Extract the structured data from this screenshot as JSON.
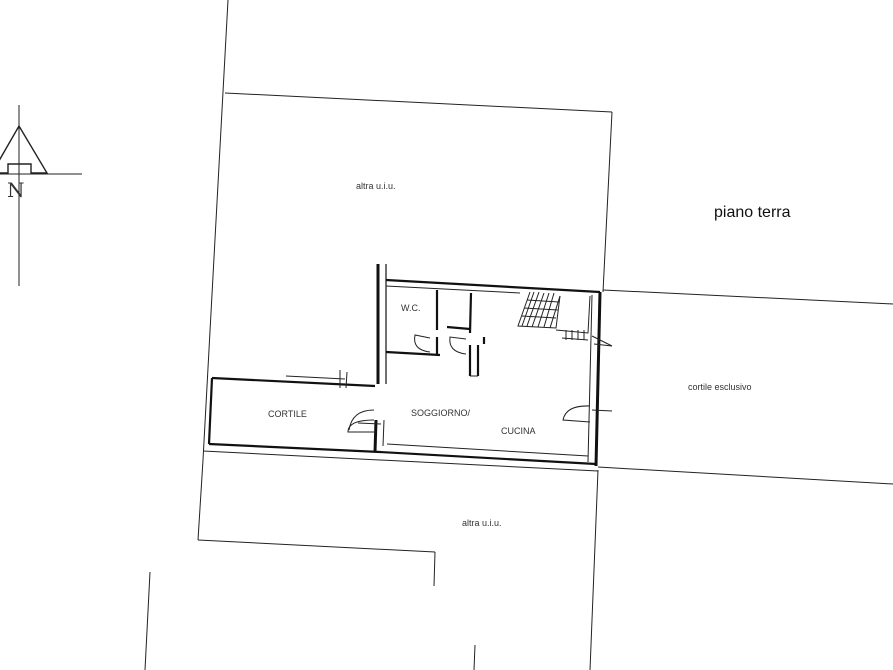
{
  "drawing": {
    "title": "piano terra",
    "north_letter": "N",
    "north_icon": "north-arrow-icon",
    "stroke_color": "#222222",
    "background_color": "#ffffff"
  },
  "labels": {
    "altra_top": "altra u.i.u.",
    "altra_bottom": "altra u.i.u.",
    "cortile": "CORTILE",
    "cortile_esclusivo": "cortile esclusivo",
    "wc": "W.C.",
    "soggiorno": "SOGGIORNO/",
    "cucina": "CUCINA"
  }
}
